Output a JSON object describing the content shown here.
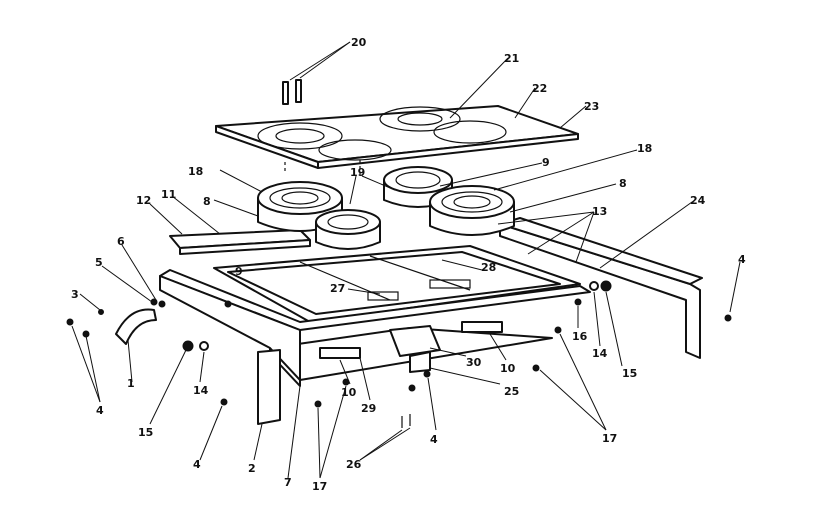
{
  "callouts": [
    {
      "id": "c20",
      "label": "20"
    },
    {
      "id": "c21",
      "label": "21"
    },
    {
      "id": "c22",
      "label": "22"
    },
    {
      "id": "c23",
      "label": "23"
    },
    {
      "id": "c18a",
      "label": "18"
    },
    {
      "id": "c18b",
      "label": "18"
    },
    {
      "id": "c9a",
      "label": "9"
    },
    {
      "id": "c9b",
      "label": "9"
    },
    {
      "id": "c19",
      "label": "19"
    },
    {
      "id": "c8a",
      "label": "8"
    },
    {
      "id": "c8b",
      "label": "8"
    },
    {
      "id": "c12",
      "label": "12"
    },
    {
      "id": "c11",
      "label": "11"
    },
    {
      "id": "c13",
      "label": "13"
    },
    {
      "id": "c24",
      "label": "24"
    },
    {
      "id": "c6",
      "label": "6"
    },
    {
      "id": "c5",
      "label": "5"
    },
    {
      "id": "c3",
      "label": "3"
    },
    {
      "id": "c28",
      "label": "28"
    },
    {
      "id": "c27",
      "label": "27"
    },
    {
      "id": "c4a",
      "label": "4"
    },
    {
      "id": "c4b",
      "label": "4"
    },
    {
      "id": "c4c",
      "label": "4"
    },
    {
      "id": "c4d",
      "label": "4"
    },
    {
      "id": "c1",
      "label": "1"
    },
    {
      "id": "c15a",
      "label": "15"
    },
    {
      "id": "c15b",
      "label": "15"
    },
    {
      "id": "c14a",
      "label": "14"
    },
    {
      "id": "c14b",
      "label": "14"
    },
    {
      "id": "c16",
      "label": "16"
    },
    {
      "id": "c10a",
      "label": "10"
    },
    {
      "id": "c10b",
      "label": "10"
    },
    {
      "id": "c30",
      "label": "30"
    },
    {
      "id": "c25",
      "label": "25"
    },
    {
      "id": "c29",
      "label": "29"
    },
    {
      "id": "c2",
      "label": "2"
    },
    {
      "id": "c7",
      "label": "7"
    },
    {
      "id": "c17a",
      "label": "17"
    },
    {
      "id": "c17b",
      "label": "17"
    },
    {
      "id": "c26",
      "label": "26"
    }
  ]
}
